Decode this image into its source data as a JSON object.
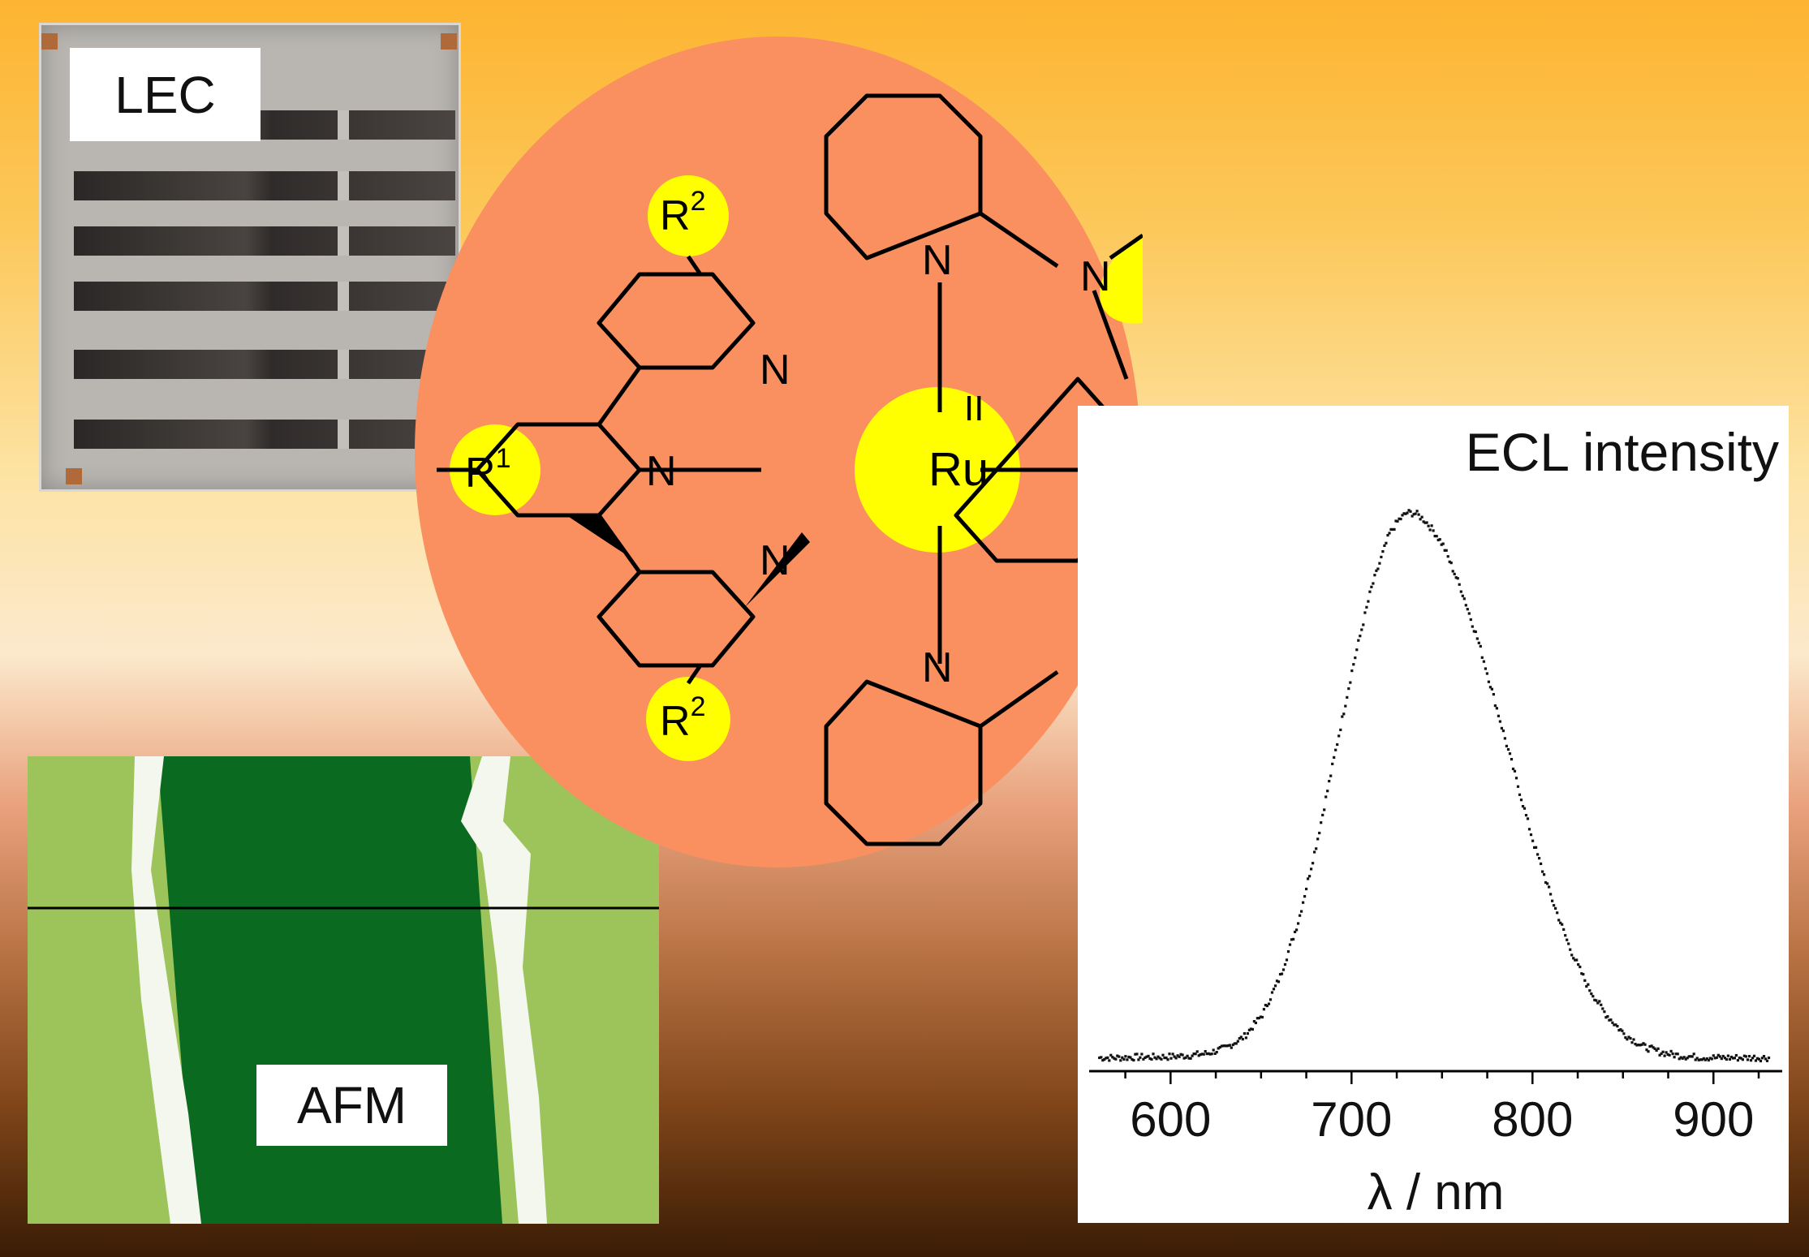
{
  "labels": {
    "lec": "LEC",
    "afm": "AFM"
  },
  "structure": {
    "metal": "Ru",
    "oxidation_state": "II",
    "r1": "R",
    "r1_sup": "1",
    "r2": "R",
    "r2_sup": "2",
    "nitrogen": "N"
  },
  "colors": {
    "circle": "#fa8f5f",
    "highlight": "#ffff00",
    "afm_light": "#9cc45a",
    "afm_dark": "#0a6a1f"
  },
  "chart_data": {
    "type": "scatter",
    "title": "ECL intensity",
    "xlabel": "λ / nm",
    "ylabel": "",
    "xlim": [
      555,
      938
    ],
    "ylim": [
      0,
      1.0
    ],
    "xticks": [
      600,
      700,
      800,
      900
    ],
    "peak_center": 733,
    "peak_width_left": 36,
    "peak_width_right": 46,
    "baseline": 0.012,
    "x": [
      560,
      570,
      580,
      590,
      600,
      610,
      620,
      630,
      640,
      650,
      660,
      670,
      680,
      690,
      700,
      710,
      720,
      725,
      730,
      735,
      740,
      745,
      750,
      760,
      770,
      780,
      790,
      800,
      810,
      820,
      830,
      840,
      850,
      860,
      870,
      880,
      890,
      900,
      910,
      920,
      930
    ],
    "y": [
      0.012,
      0.012,
      0.013,
      0.013,
      0.014,
      0.016,
      0.02,
      0.03,
      0.05,
      0.09,
      0.16,
      0.26,
      0.4,
      0.56,
      0.72,
      0.86,
      0.96,
      0.985,
      1.0,
      0.998,
      0.985,
      0.965,
      0.94,
      0.86,
      0.76,
      0.64,
      0.52,
      0.4,
      0.3,
      0.21,
      0.14,
      0.09,
      0.055,
      0.033,
      0.022,
      0.016,
      0.013,
      0.012,
      0.012,
      0.012,
      0.012
    ]
  }
}
